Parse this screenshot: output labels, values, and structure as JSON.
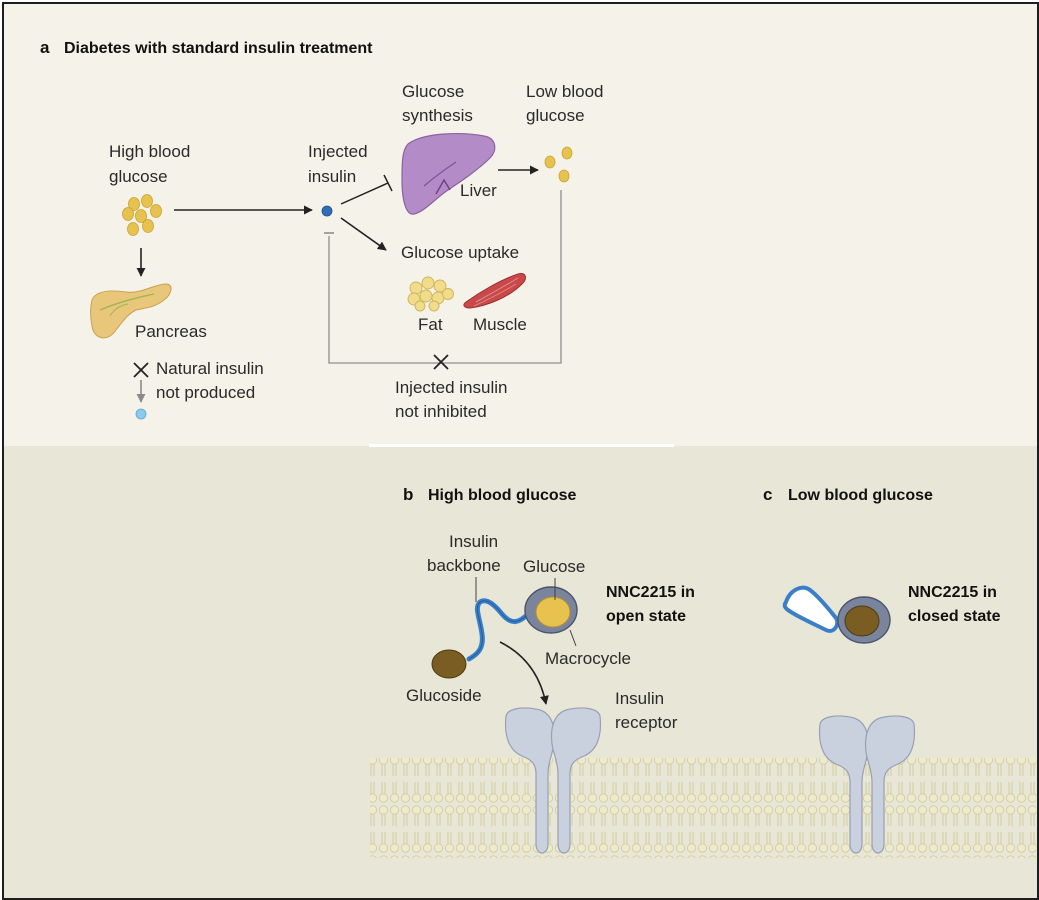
{
  "colors": {
    "panel_a_bg": "#f5f2ea",
    "panel_bc_bg": "#e8e6d6",
    "glucose": "#e8c24e",
    "insulin_backbone": "#3a7fc8",
    "liver": "#b38bc6",
    "muscle": "#c9484a",
    "fat": "#f0dc8a",
    "pancreas": "#e9c77a",
    "macrocycle": "#7a849c",
    "glucoside": "#7a5d22",
    "receptor": "#c9d0de",
    "membrane": "#dcd9b0"
  },
  "panel_a": {
    "letter": "a",
    "title": "Diabetes with standard insulin treatment",
    "high_blood_glucose": [
      "High blood",
      "glucose"
    ],
    "injected_insulin": [
      "Injected",
      "insulin"
    ],
    "glucose_synthesis": [
      "Glucose",
      "synthesis"
    ],
    "low_blood_glucose": [
      "Low blood",
      "glucose"
    ],
    "liver": "Liver",
    "glucose_uptake": "Glucose uptake",
    "fat": "Fat",
    "muscle": "Muscle",
    "pancreas": "Pancreas",
    "natural_insulin": [
      "Natural insulin",
      "not produced"
    ],
    "injected_not_inhibited": [
      "Injected insulin",
      "not inhibited"
    ]
  },
  "panel_b": {
    "letter": "b",
    "title": "High blood glucose",
    "insulin_backbone": [
      "Insulin",
      "backbone"
    ],
    "glucose": "Glucose",
    "state": [
      "NNC2215 in",
      "open state"
    ],
    "macrocycle": "Macrocycle",
    "glucoside": "Glucoside",
    "insulin_receptor": [
      "Insulin",
      "receptor"
    ]
  },
  "panel_c": {
    "letter": "c",
    "title": "Low blood glucose",
    "state": [
      "NNC2215 in",
      "closed state"
    ]
  }
}
